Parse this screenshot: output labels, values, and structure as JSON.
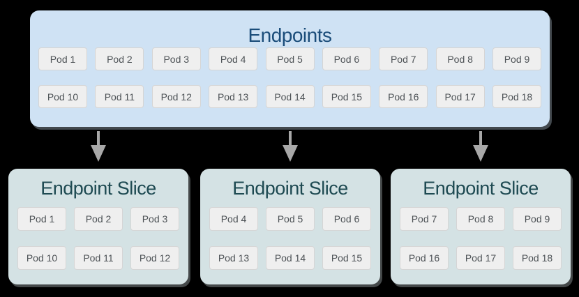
{
  "colors": {
    "background": "#000000",
    "endpoints_box_bg": "#cfe2f4",
    "endpoints_title_color": "#1b4d7a",
    "slice_box_bg": "#d4e2e4",
    "slice_title_color": "#1e4a52",
    "pod_bg": "#efefef",
    "pod_border": "#d5d5d5",
    "pod_text": "#4d5256",
    "arrow_color": "#a8a8a8"
  },
  "endpoints": {
    "title": "Endpoints",
    "rows": [
      [
        "Pod 1",
        "Pod 2",
        "Pod 3",
        "Pod 4",
        "Pod 5",
        "Pod 6",
        "Pod 7",
        "Pod 8",
        "Pod 9"
      ],
      [
        "Pod 10",
        "Pod 11",
        "Pod 12",
        "Pod 13",
        "Pod 14",
        "Pod 15",
        "Pod 16",
        "Pod 17",
        "Pod 18"
      ]
    ]
  },
  "slices": [
    {
      "title": "Endpoint Slice",
      "rows": [
        [
          "Pod 1",
          "Pod 2",
          "Pod 3"
        ],
        [
          "Pod 10",
          "Pod 11",
          "Pod 12"
        ]
      ]
    },
    {
      "title": "Endpoint Slice",
      "rows": [
        [
          "Pod 4",
          "Pod 5",
          "Pod 6"
        ],
        [
          "Pod 13",
          "Pod 14",
          "Pod 15"
        ]
      ]
    },
    {
      "title": "Endpoint Slice",
      "rows": [
        [
          "Pod 7",
          "Pod 8",
          "Pod 9"
        ],
        [
          "Pod 16",
          "Pod 17",
          "Pod 18"
        ]
      ]
    }
  ]
}
